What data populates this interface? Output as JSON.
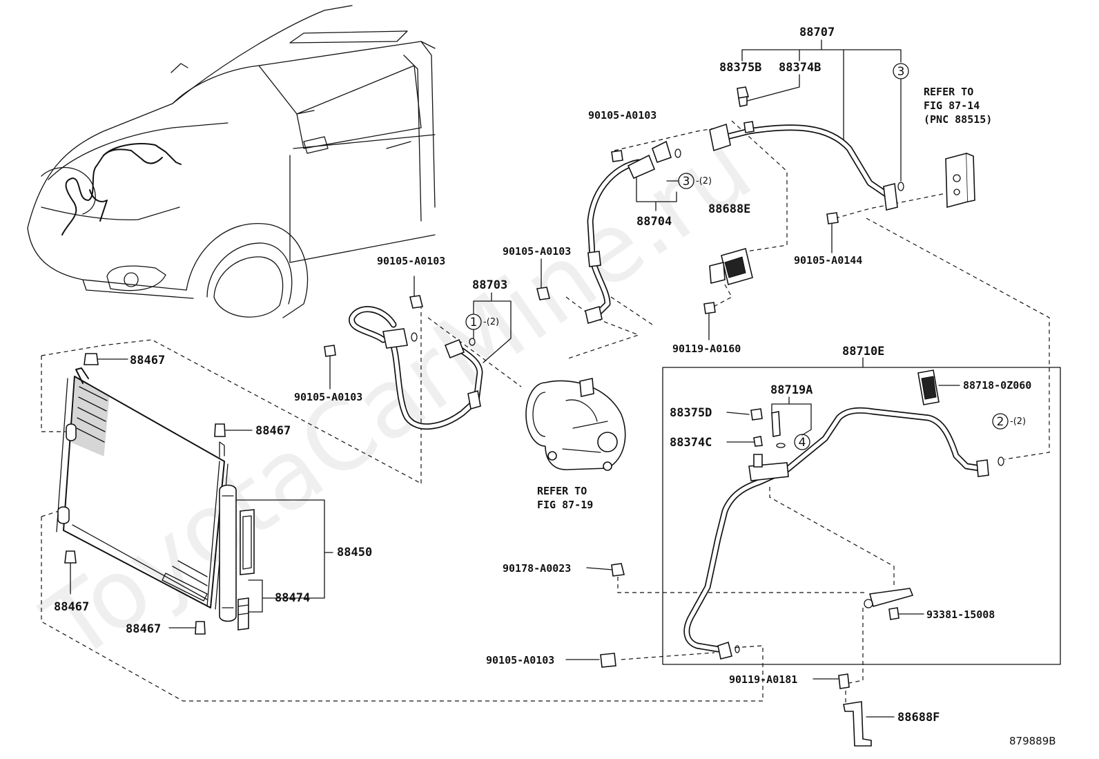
{
  "watermark": "ToyotaCarMine.ru",
  "figure_id": "879889B",
  "parts": {
    "p88707": "88707",
    "p88375B": "88375B",
    "p88374B": "88374B",
    "bolt_top": "90105-A0103",
    "refer_88515": [
      "REFER TO",
      "FIG 87-14",
      "(PNC 88515)"
    ],
    "p88704": "88704",
    "p88688E": "88688E",
    "bolt_mid": "90105-A0103",
    "bolt_0144": "90105-A0144",
    "bolt_left_top": "90105-A0103",
    "p88703": "88703",
    "bolt_left_bottom": "90105-A0103",
    "bolt_0160": "90119-A0160",
    "p88710E": "88710E",
    "p88718": "88718-0Z060",
    "p88719A": "88719A",
    "p88375D": "88375D",
    "p88374C": "88374C",
    "p88467_a": "88467",
    "p88467_b": "88467",
    "p88467_c": "88467",
    "p88467_d": "88467",
    "p88450": "88450",
    "p88474": "88474",
    "refer_compressor": [
      "REFER TO",
      "FIG 87-19"
    ],
    "nut_0023": "90178-A0023",
    "bolt_93381": "93381-15008",
    "bolt_bottom": "90105-A0103",
    "bolt_0181": "90119-A0181",
    "p88688F": "88688F"
  },
  "callouts": {
    "c1": "1",
    "c1_qty": "-(2)",
    "c2": "2",
    "c2_qty": "-(2)",
    "c3_top": "3",
    "c3": "3",
    "c3_qty": "-(2)",
    "c4": "4"
  }
}
